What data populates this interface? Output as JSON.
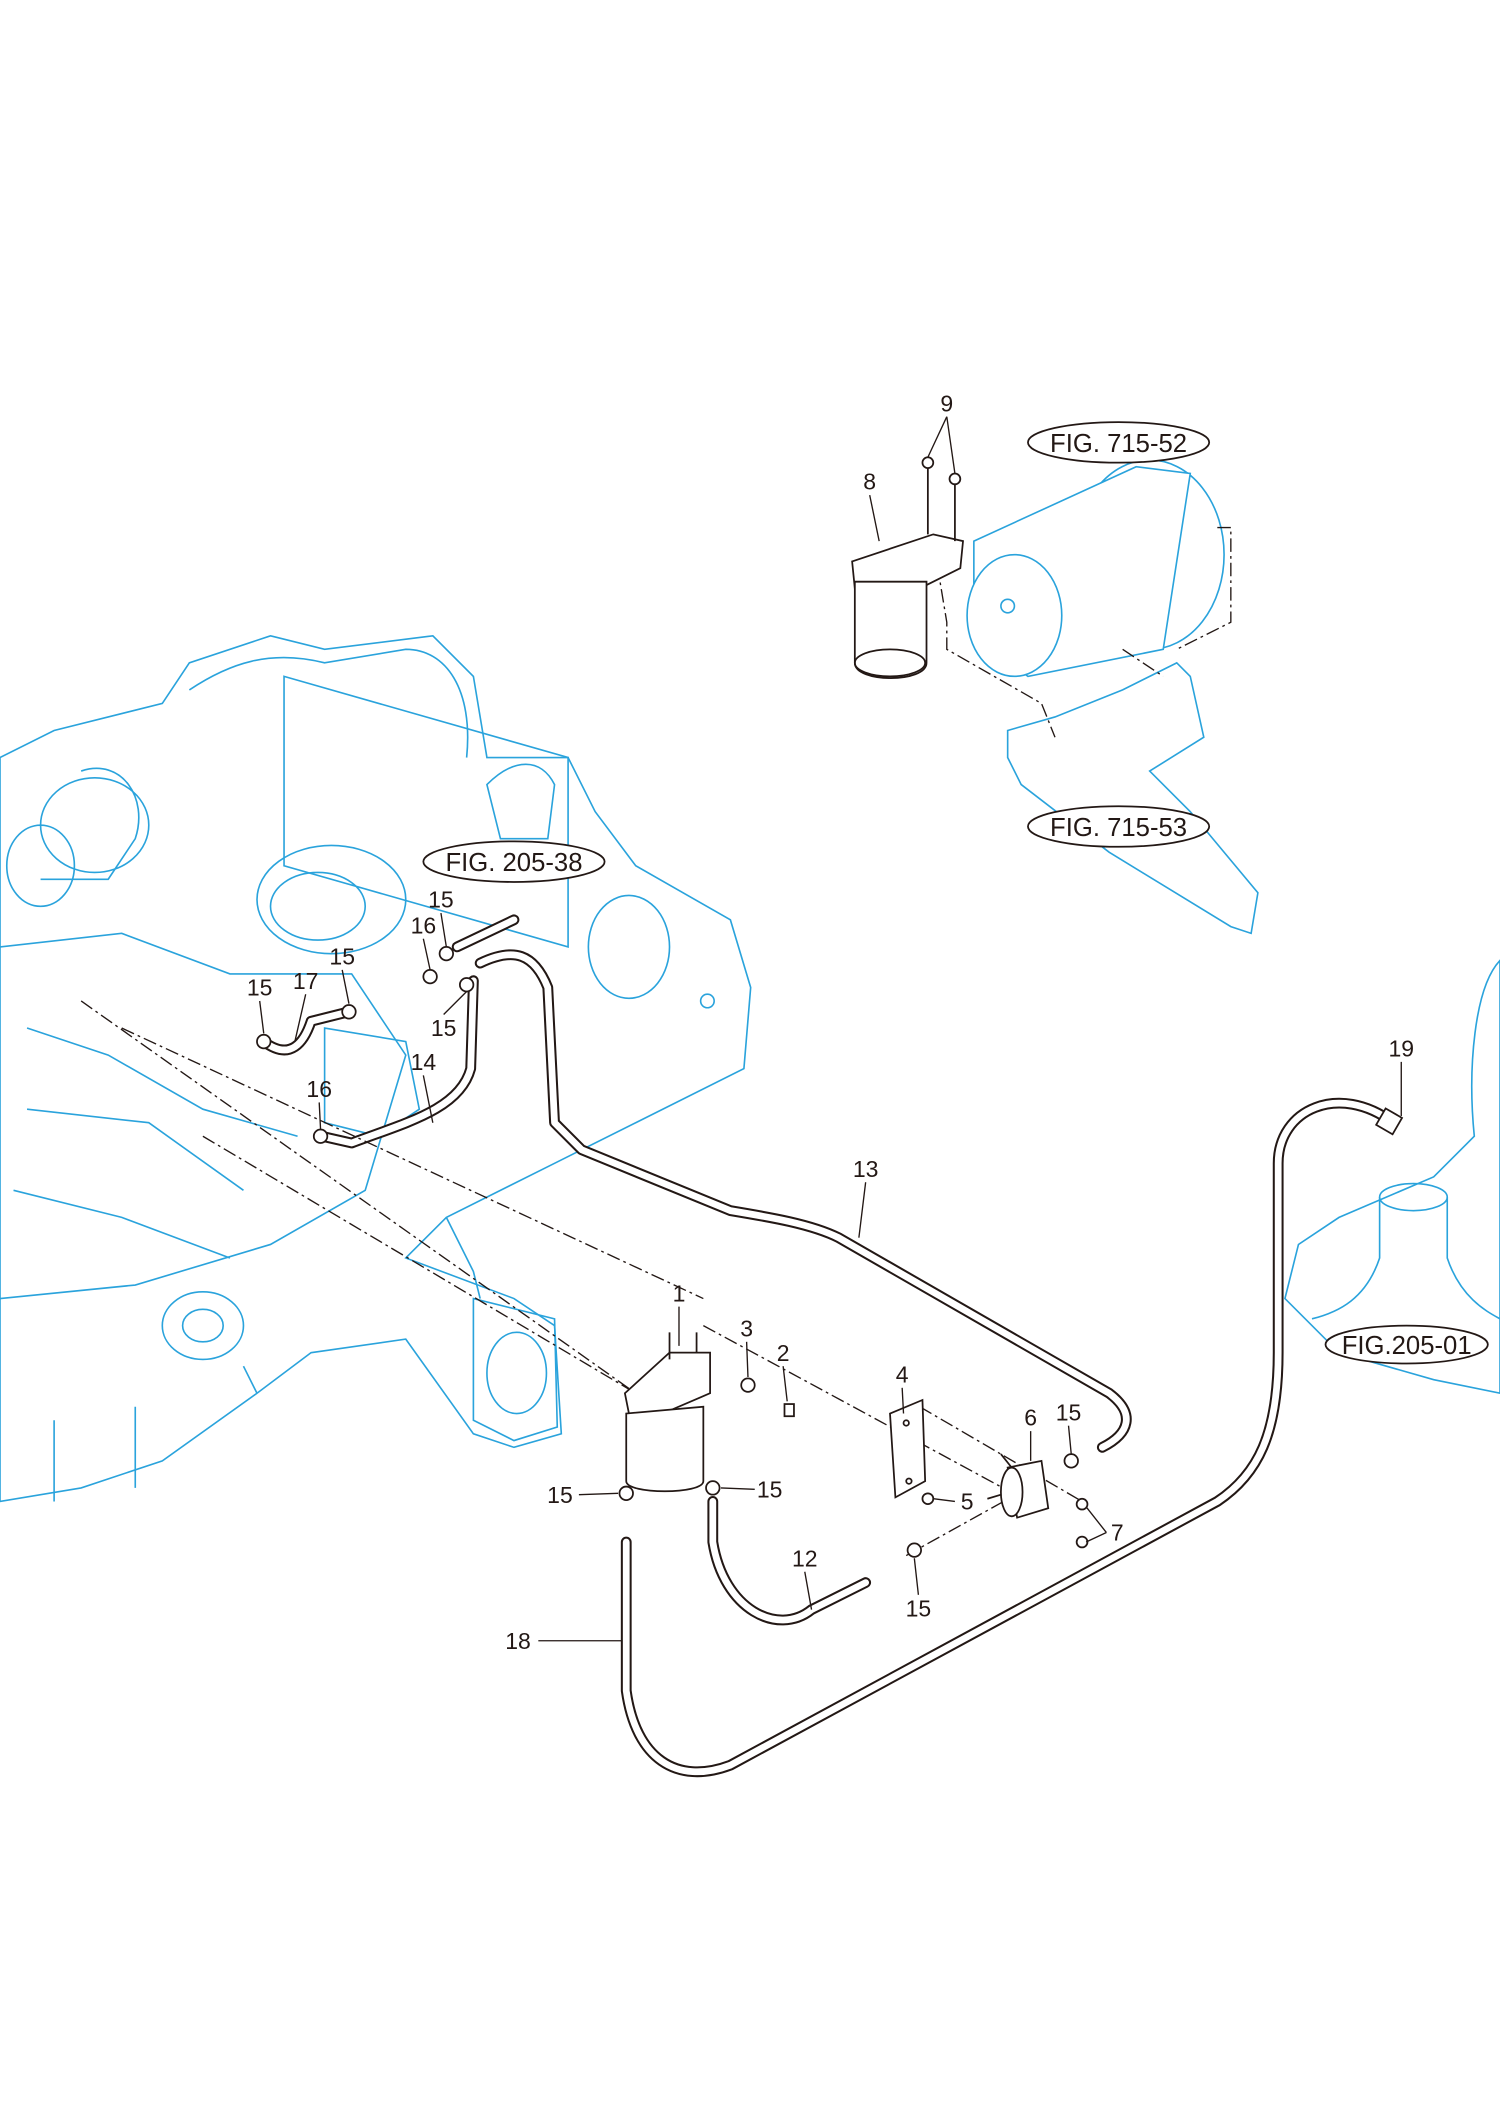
{
  "figure_refs": {
    "fig_715_52": "FIG. 715-52",
    "fig_715_53": "FIG. 715-53",
    "fig_205_38": "FIG. 205-38",
    "fig_205_01": "FIG.205-01"
  },
  "callouts": {
    "c9": "9",
    "c8": "8",
    "c15a": "15",
    "c16a": "16",
    "c15b": "15",
    "c17": "17",
    "c15c": "15",
    "c15d": "15",
    "c14": "14",
    "c16b": "16",
    "c13": "13",
    "c19": "19",
    "c1": "1",
    "c3": "3",
    "c2": "2",
    "c4": "4",
    "c6": "6",
    "c15e": "15",
    "c5": "5",
    "c7": "7",
    "c15f": "15",
    "c15g": "15",
    "c12": "12",
    "c15h": "15",
    "c18": "18"
  },
  "colors": {
    "engine_line": "#2aa3dc",
    "part_line": "#231815"
  }
}
